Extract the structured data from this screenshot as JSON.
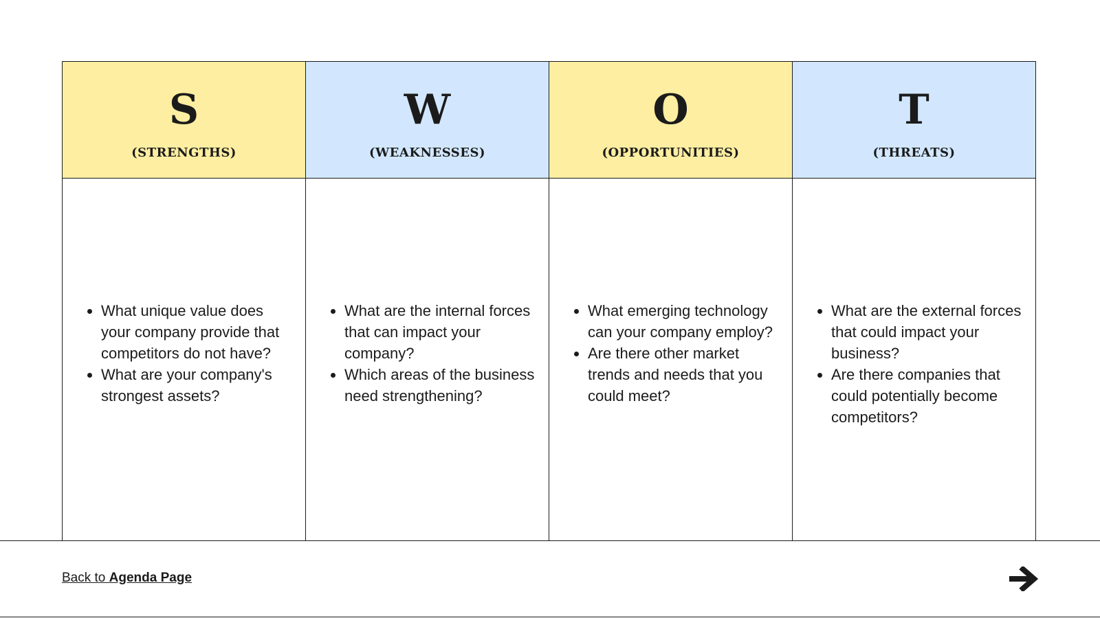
{
  "swot": [
    {
      "letter": "S",
      "label": "(STRENGTHS)",
      "color": "#feeea1",
      "items": [
        "What unique value does your company provide that competitors do not have?",
        "What are your company's strongest assets?"
      ]
    },
    {
      "letter": "W",
      "label": "(WEAKNESSES)",
      "color": "#d2e7fe",
      "items": [
        "What are the internal forces that can impact your company?",
        "Which areas of the business need strengthening?"
      ]
    },
    {
      "letter": "O",
      "label": "(OPPORTUNITIES)",
      "color": "#feeea1",
      "items": [
        "What emerging technology can your company employ?",
        "Are there other market trends and needs that you could meet?"
      ]
    },
    {
      "letter": "T",
      "label": "(THREATS)",
      "color": "#d2e7fe",
      "items": [
        "What are the external forces that could impact your business?",
        "Are there companies that could potentially become competitors?"
      ]
    }
  ],
  "footer": {
    "back_prefix": "Back to ",
    "back_target": "Agenda Page",
    "next_icon": "arrow-right-icon"
  }
}
